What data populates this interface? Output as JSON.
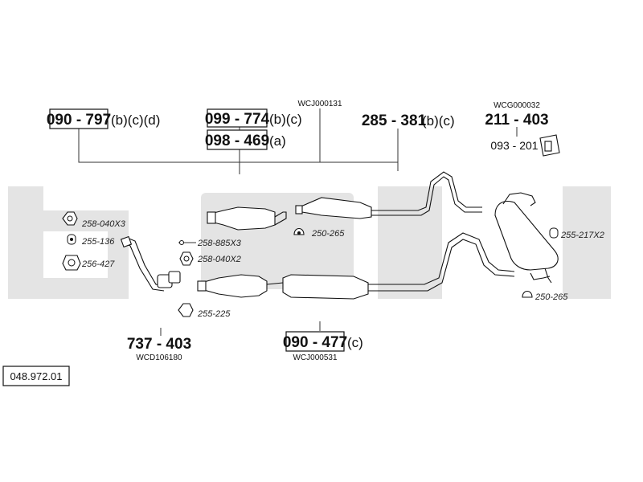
{
  "watermark": "bosal",
  "colors": {
    "watermark": "#e4e4e4",
    "ink": "#111111"
  },
  "callouts": {
    "c1": {
      "number": "090 - 797",
      "suffix": "(b)(c)(d)"
    },
    "c2": {
      "number": "099 - 774",
      "suffix": "(b)(c)"
    },
    "c3": {
      "number": "098 - 469",
      "suffix": "(a)"
    },
    "c4": {
      "number": "285 - 381",
      "suffix": "(b)(c)"
    },
    "c5": {
      "number": "211 - 403"
    },
    "c6": {
      "number": "093 - 201"
    },
    "c7": {
      "number": "737 - 403"
    },
    "c8": {
      "number": "090 - 477",
      "suffix": "(c)"
    }
  },
  "codes": {
    "wcj131": "WCJ000131",
    "wcg032": "WCG000032",
    "wcd180": "WCD106180",
    "wcj531": "WCJ000531"
  },
  "parts": {
    "p1": "258-040X3",
    "p2": "255-136",
    "p3": "256-427",
    "p4": "258-885X3",
    "p5": "258-040X2",
    "p6": "255-225",
    "p7": "250-265",
    "p8": "255-217X2",
    "p9": "250-265"
  },
  "reference": "048.972.01"
}
